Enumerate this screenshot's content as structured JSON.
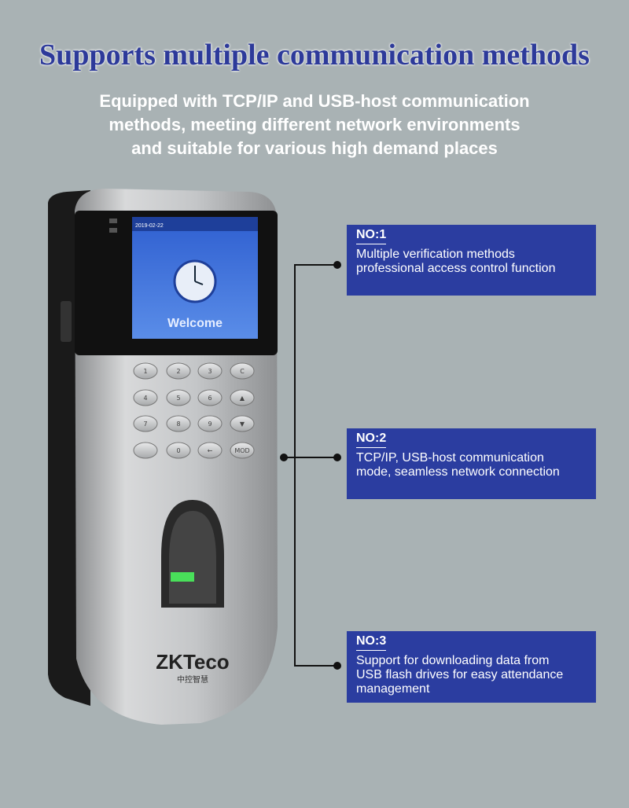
{
  "title": "Supports multiple communication methods",
  "subtitle": [
    "Equipped with TCP/IP and USB-host communication",
    "methods, meeting different network environments",
    "and suitable for various high demand places"
  ],
  "device": {
    "screen_date": "2019-02-22",
    "screen_text": "Welcome",
    "keys": [
      "1",
      "2",
      "3",
      "C",
      "4",
      "5",
      "6",
      "▲",
      "7",
      "8",
      "9",
      "▼",
      "",
      "0",
      "←",
      "MOD"
    ],
    "brand": "ZKTeco",
    "brand_sub": "中控智慧"
  },
  "features": [
    {
      "no": "NO:1",
      "lines": [
        "Multiple verification methods",
        "professional access control function"
      ]
    },
    {
      "no": "NO:2",
      "lines": [
        "TCP/IP, USB-host communication",
        "mode, seamless network connection"
      ]
    },
    {
      "no": "NO:3",
      "lines": [
        "Support for downloading data from",
        "USB flash drives for easy attendance",
        "management"
      ]
    }
  ],
  "colors": {
    "background": "#a9b2b4",
    "title": "#2d3a9a",
    "box": "#2b3da0"
  }
}
